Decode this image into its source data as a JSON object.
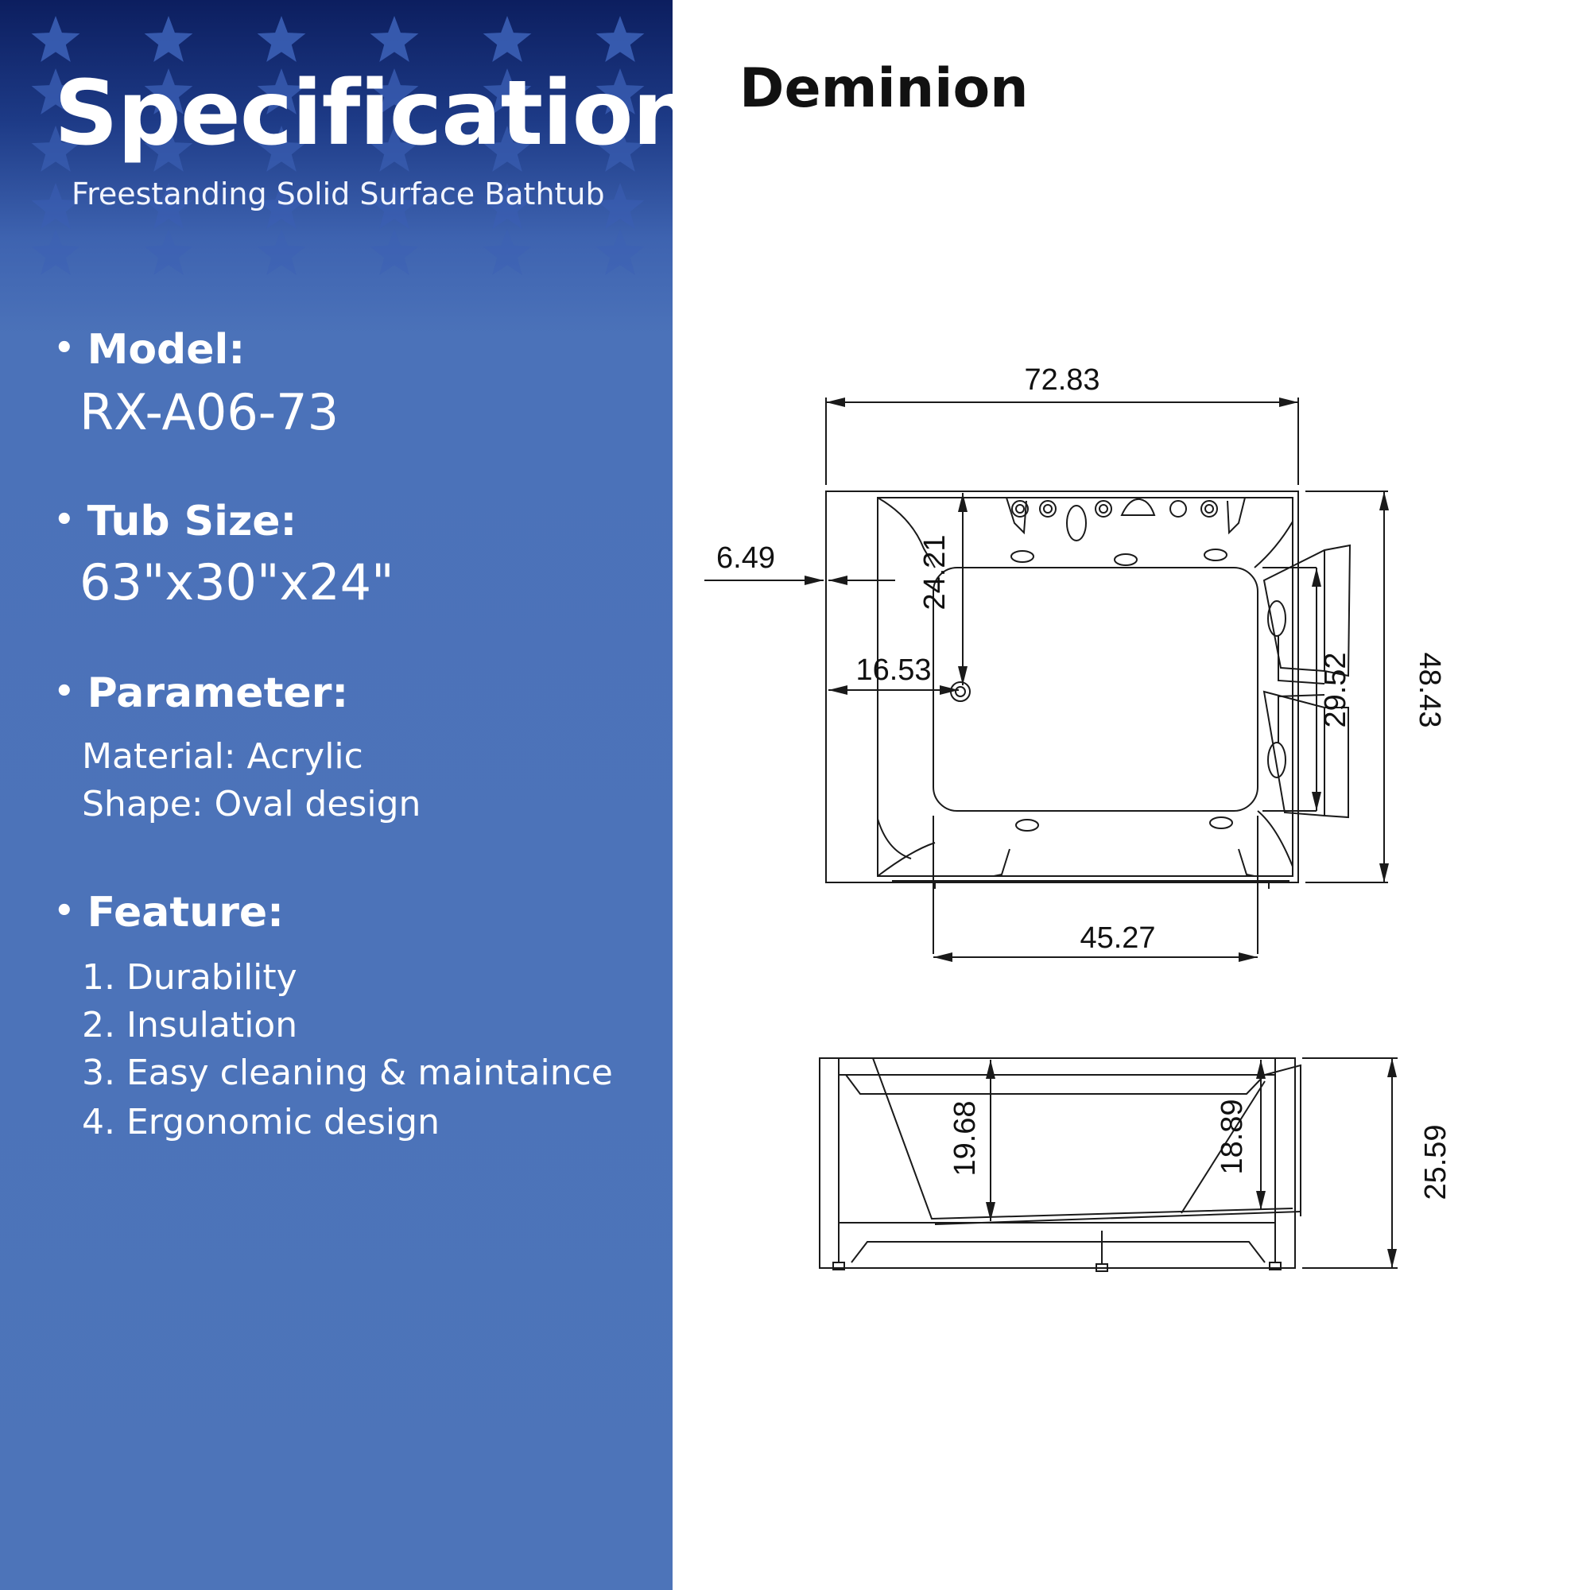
{
  "header": {
    "title": "Specification",
    "subtitle": "Freestanding Solid Surface Bathtub"
  },
  "specs": {
    "bullet": "•",
    "model_label": "Model:",
    "model_value": "RX-A06-73",
    "size_label": "Tub Size:",
    "size_value": "63\"x30\"x24\"",
    "parameter_label": "Parameter:",
    "parameters": [
      "Material: Acrylic",
      "Shape: Oval design"
    ],
    "feature_label": "Feature:",
    "features": [
      "1. Durability",
      "2. Insulation",
      "3. Easy cleaning & maintaince",
      "4. Ergonomic design"
    ]
  },
  "dimension": {
    "title": "Deminion",
    "top_view": {
      "overall_length": "72.83",
      "overall_width": "48.43",
      "inner_width": "29.52",
      "inner_length": "45.27",
      "left_offset": "6.49",
      "drain_offset_x": "16.53",
      "drain_offset_y": "24.21"
    },
    "side_view": {
      "depth_left": "19.68",
      "depth_right": "18.89",
      "overall_height": "25.59"
    }
  },
  "colors": {
    "panel_top": "#0c1e5f",
    "panel_main": "#4d74b9",
    "star": "#3b5fb5",
    "line": "#1a1a1a"
  }
}
